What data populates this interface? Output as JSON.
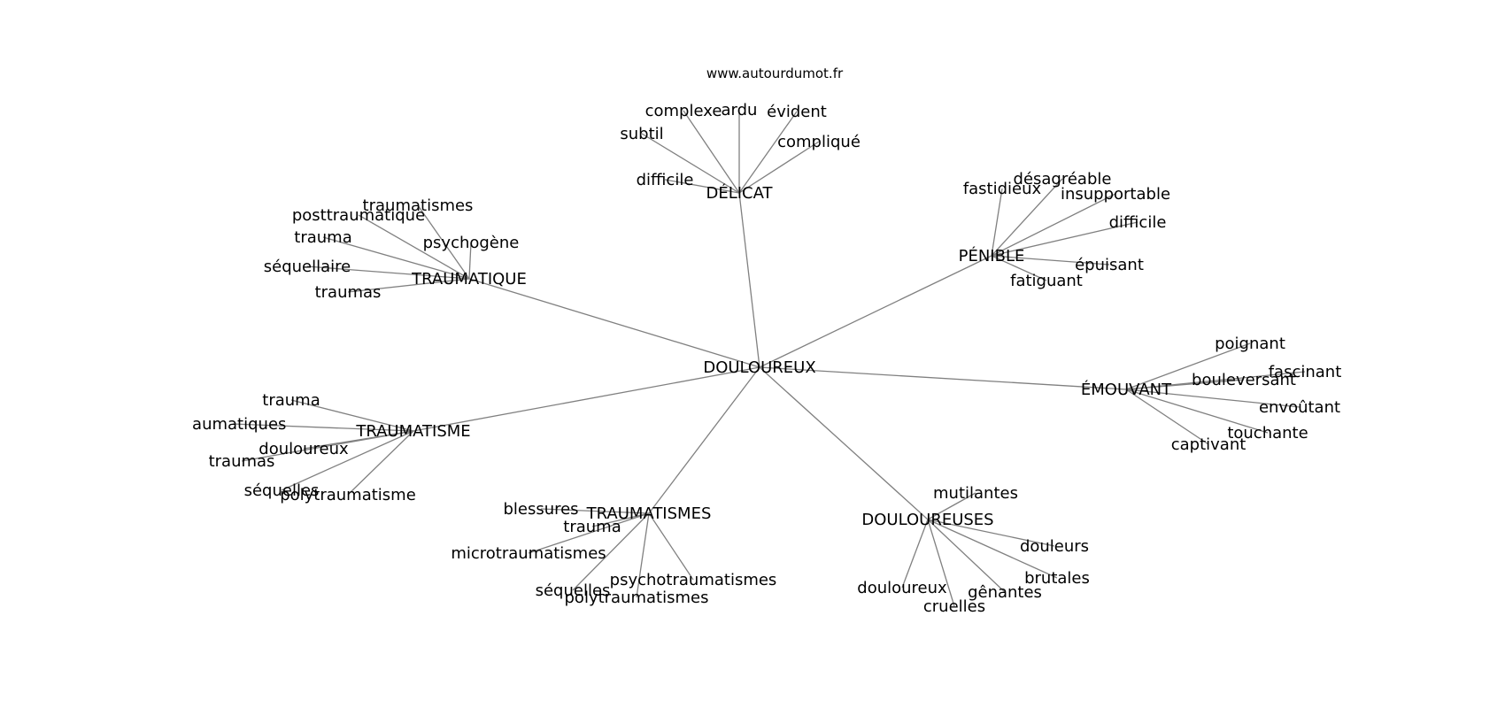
{
  "site_url": "www.autourdumot.fr",
  "graph": {
    "center": "DOULOUREUX",
    "hubs": [
      {
        "label": "DÉLICAT",
        "leaves": [
          "complexe",
          "ardu",
          "évident",
          "subtil",
          "compliqué",
          "difficile"
        ]
      },
      {
        "label": "PÉNIBLE",
        "leaves": [
          "fastidieux",
          "désagréable",
          "insupportable",
          "difficile",
          "épuisant",
          "fatiguant"
        ]
      },
      {
        "label": "TRAUMATIQUE",
        "leaves": [
          "traumatismes",
          "posttraumatique",
          "trauma",
          "psychogène",
          "séquellaire",
          "traumas"
        ]
      },
      {
        "label": "ÉMOUVANT",
        "leaves": [
          "poignant",
          "fascinant",
          "bouleversant",
          "envoûtant",
          "touchante",
          "captivant"
        ]
      },
      {
        "label": "TRAUMATISME",
        "leaves": [
          "trauma",
          "traumatiques",
          "douloureux",
          "traumas",
          "séquelles",
          "polytraumatisme"
        ]
      },
      {
        "label": "TRAUMATISMES",
        "leaves": [
          "blessures",
          "trauma",
          "microtraumatismes",
          "séquelles",
          "psychotraumatismes",
          "polytraumatismes"
        ]
      },
      {
        "label": "DOULOUREUSES",
        "leaves": [
          "mutilantes",
          "douleurs",
          "brutales",
          "douloureux",
          "gênantes",
          "cruelles"
        ]
      }
    ]
  }
}
